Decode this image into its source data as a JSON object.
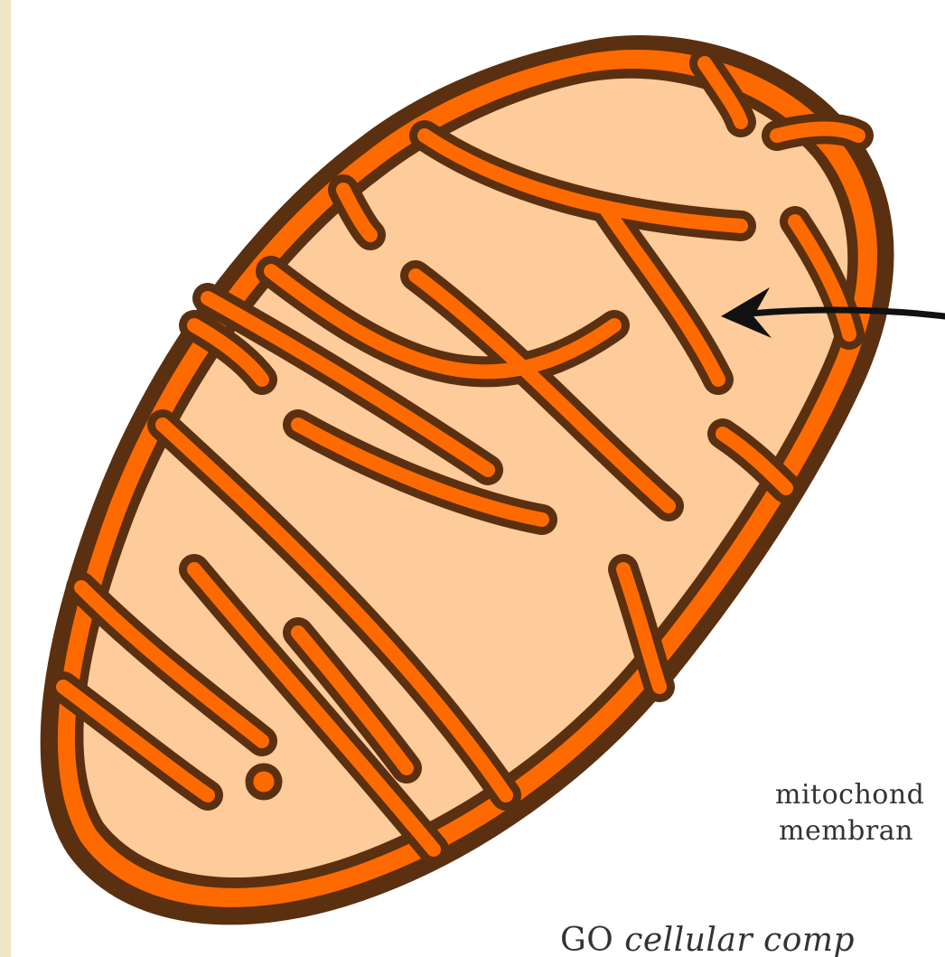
{
  "diagram": {
    "label": {
      "line1": "mitochond",
      "line2": "membran"
    },
    "bottom_text": {
      "prefix": "GO ",
      "italic": "cellular comp"
    },
    "colors": {
      "matrix_fill": "#fecb9a",
      "membrane_orange": "#ff6a00",
      "outline_brown": "#5a3010",
      "arrow": "#111111",
      "background": "#ffffff",
      "border_beige": "#f6efd6"
    },
    "icons": [
      "mitochondrion-icon",
      "arrow-icon"
    ]
  }
}
